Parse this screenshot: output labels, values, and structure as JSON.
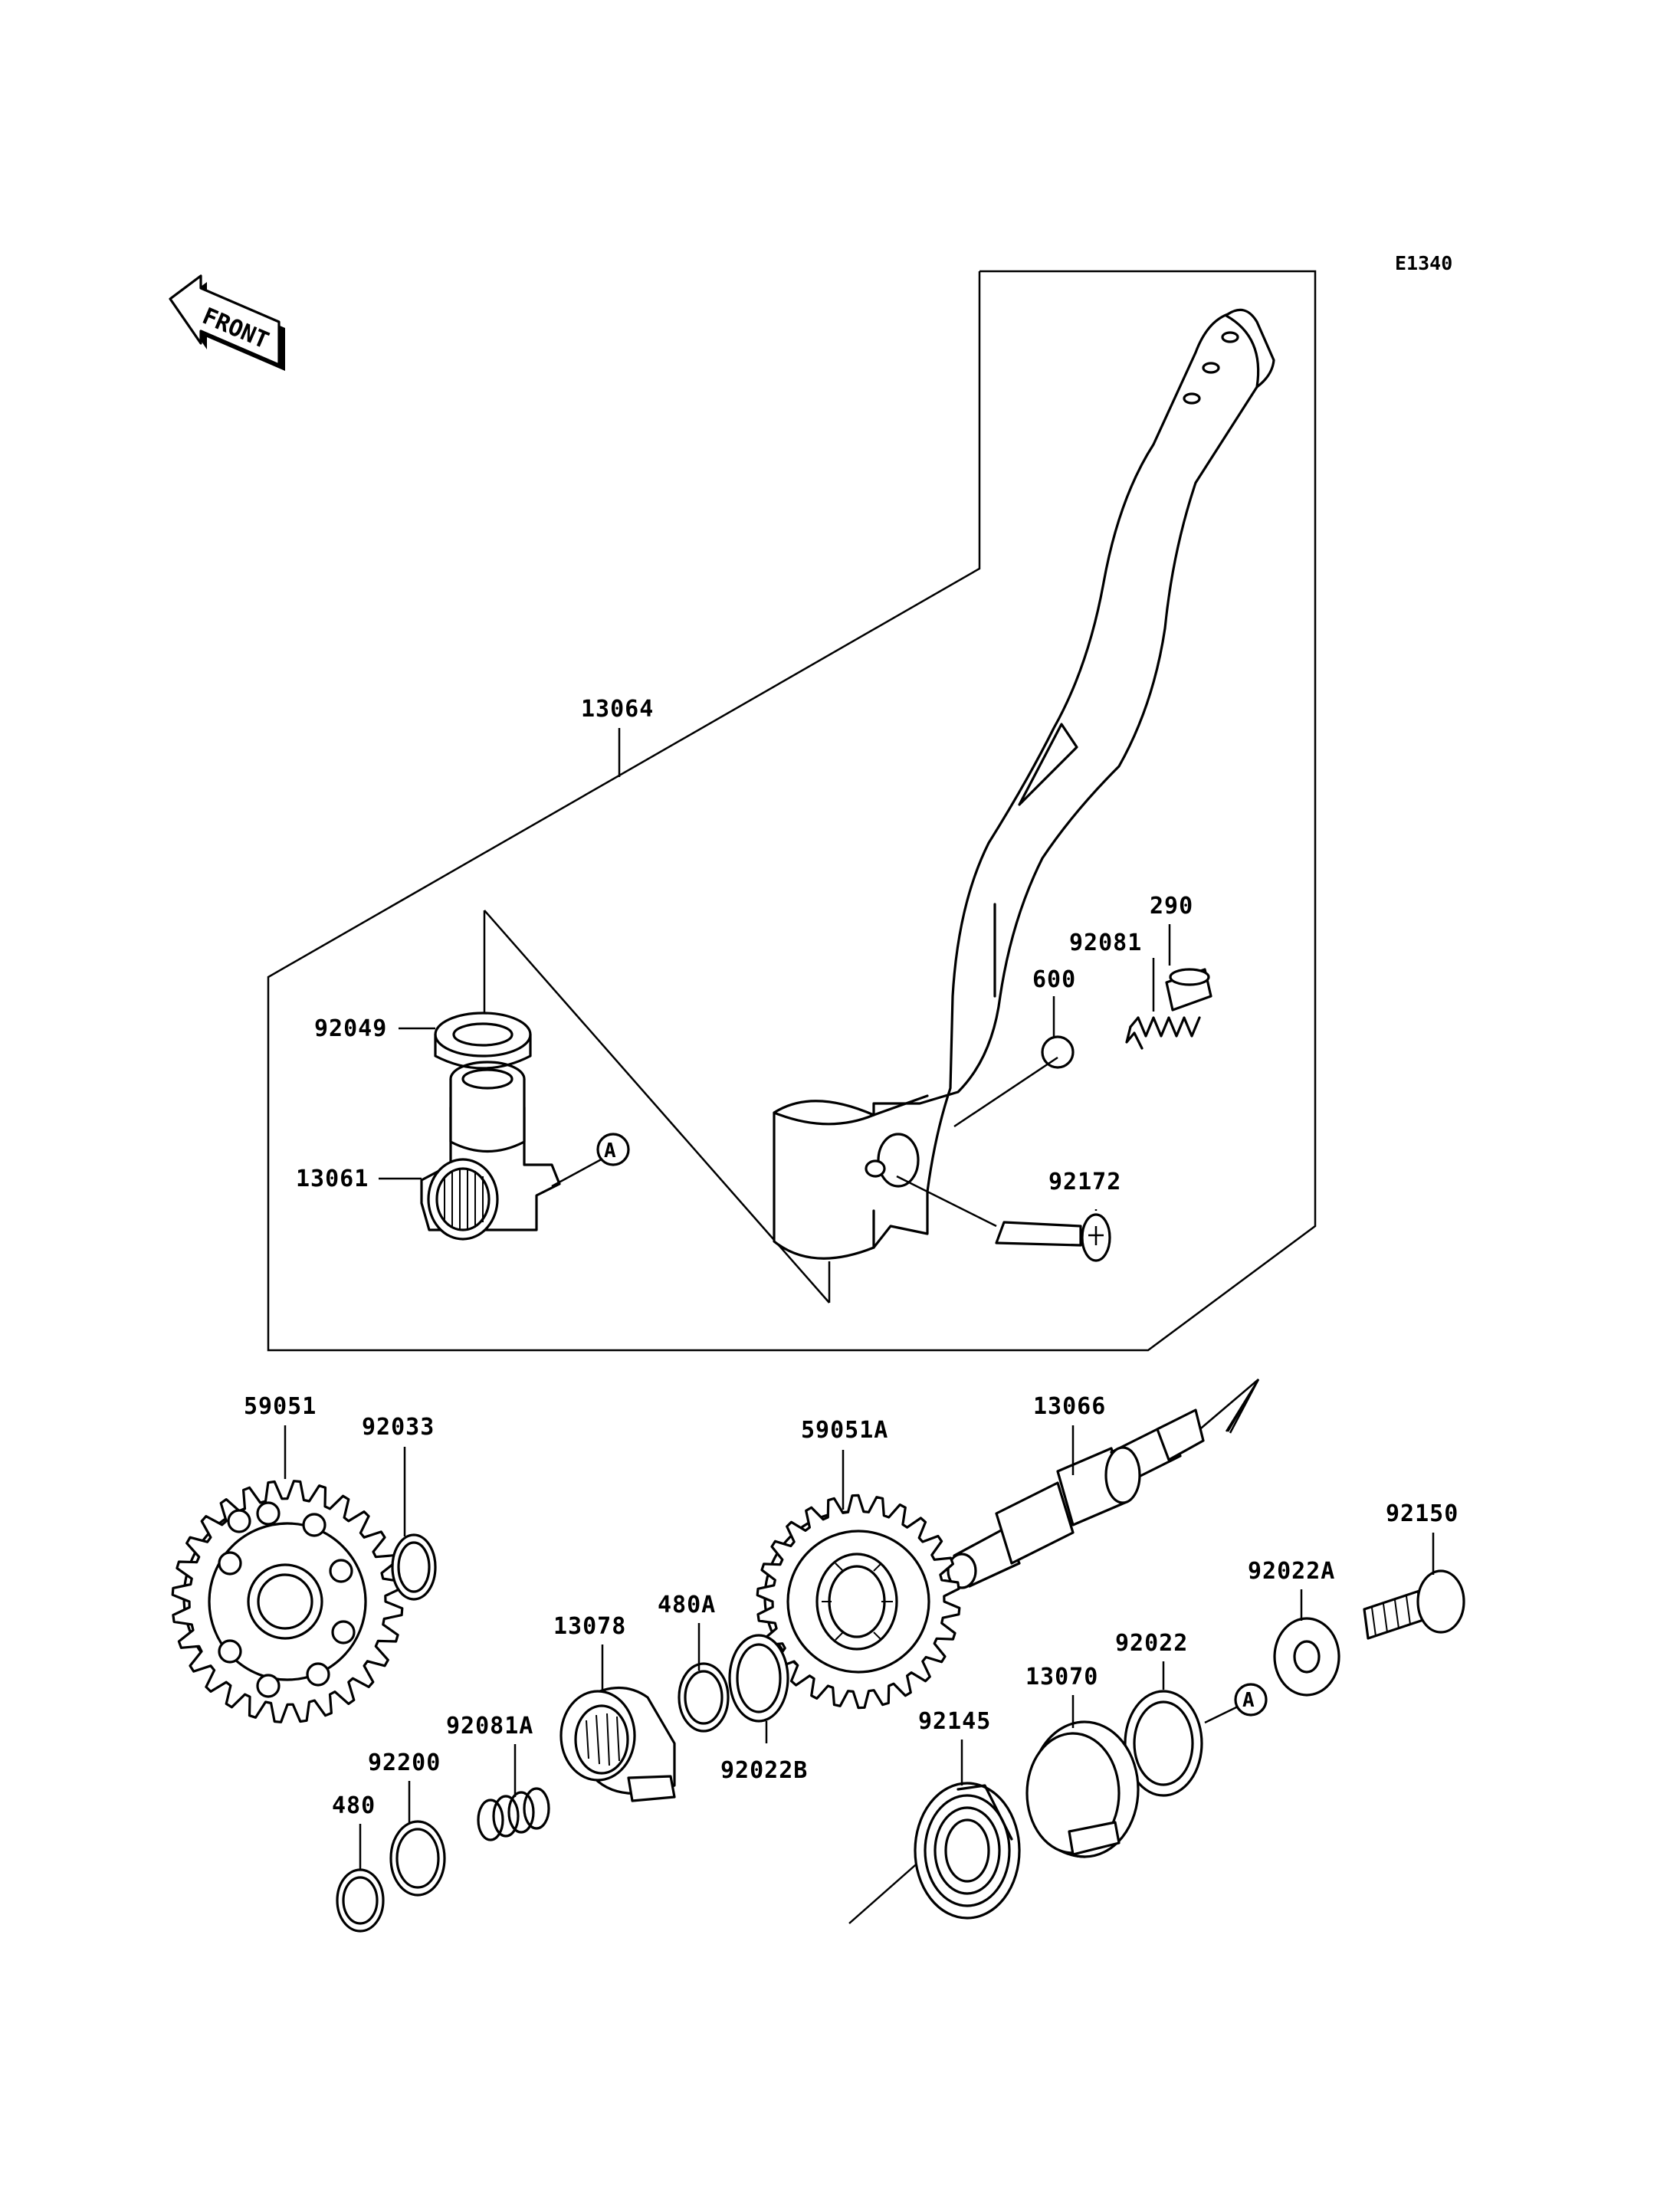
{
  "diagram": {
    "code": "E1340",
    "front_label": "FRONT",
    "ref_marker": "A",
    "labels": {
      "p13064": "13064",
      "p92049": "92049",
      "p13061": "13061",
      "p290": "290",
      "p92081": "92081",
      "p600": "600",
      "p92172": "92172",
      "p59051": "59051",
      "p92033": "92033",
      "p13066": "13066",
      "p59051A": "59051A",
      "p92150": "92150",
      "p92022A": "92022A",
      "p13078": "13078",
      "p480A": "480A",
      "p92022": "92022",
      "p13070": "13070",
      "p92081A": "92081A",
      "p92145": "92145",
      "p92200": "92200",
      "p92022B": "92022B",
      "p480": "480"
    }
  }
}
